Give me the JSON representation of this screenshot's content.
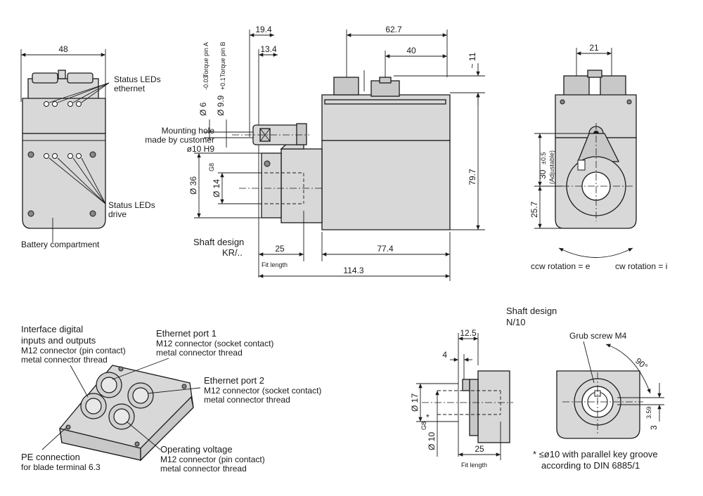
{
  "front_view": {
    "width_dim": "48",
    "status_leds_ethernet": [
      "Status LEDs",
      "ethernet"
    ],
    "status_leds_drive": [
      "Status LEDs",
      "drive"
    ],
    "battery_compartment": "Battery compartment"
  },
  "side_view": {
    "dim_19_4": "19.4",
    "dim_13_4": "13.4",
    "dim_62_7": "62.7",
    "dim_40": "40",
    "dim_11": "~ 11",
    "torque_pin_a": "Torque pin A",
    "torque_pin_b": "Torque pin B",
    "dia_6": "Ø 6",
    "tol_6": "-0.03",
    "dia_9_9": "Ø 9.9",
    "tol_9_9": "+0.1",
    "mounting_hole": [
      "Mounting hole",
      "made by customer",
      "ø10 H9"
    ],
    "dia_36": "Ø 36",
    "dia_14": "Ø 14",
    "g8": "G8",
    "dim_79_7": "79.7",
    "shaft_design": [
      "Shaft design",
      "KR/.."
    ],
    "dim_25": "25",
    "dim_77_4": "77.4",
    "fit_length": "Fit length",
    "dim_114_3": "114.3"
  },
  "rear_view": {
    "dim_21": "21",
    "dim_30": "30",
    "tol_30": "±0.5",
    "adjustable": "(Adjustable)",
    "dim_25_7": "25.7",
    "ccw_rotation": "ccw rotation = e",
    "cw_rotation": "cw rotation = i"
  },
  "connector_view": {
    "interface": [
      "Interface digital",
      "inputs and outputs",
      "M12 connector (pin contact)",
      "metal connector thread"
    ],
    "ethernet_1": [
      "Ethernet port 1",
      "M12 connector (socket contact)",
      "metal connector thread"
    ],
    "ethernet_2": [
      "Ethernet port 2",
      "M12 connector (socket contact)",
      "metal connector thread"
    ],
    "pe_connection": [
      "PE connection",
      "for blade terminal 6.3"
    ],
    "operating_voltage": [
      "Operating voltage",
      "M12 connector (pin contact)",
      "metal connector thread"
    ]
  },
  "shaft_n10": {
    "title": [
      "Shaft design",
      "N/10"
    ],
    "dim_12_5": "12.5",
    "dim_4": "4",
    "dia_17": "Ø 17",
    "dia_10": "Ø 10",
    "g8": "G8",
    "star": "*",
    "dim_25": "25",
    "fit_length": "Fit length",
    "grub_screw": "Grub screw M4",
    "angle_90": "90°",
    "dim_3_59": "3.59",
    "dim_3": "3",
    "footnote": [
      "* ≤ø10 with parallel key groove",
      "according to DIN 6885/1"
    ]
  }
}
